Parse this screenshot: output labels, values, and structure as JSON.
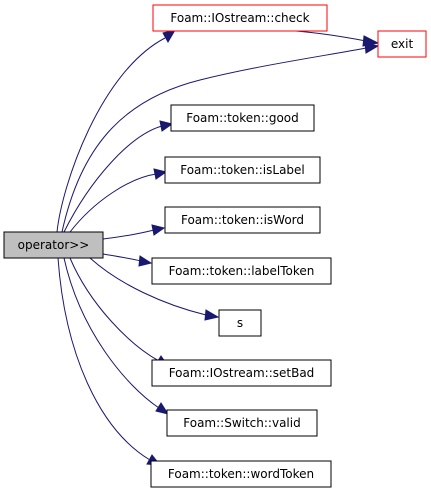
{
  "graph": {
    "root": {
      "label": "operator>>"
    },
    "nodes": {
      "check": {
        "label": "Foam::IOstream::check"
      },
      "exit": {
        "label": "exit"
      },
      "good": {
        "label": "Foam::token::good"
      },
      "isLabel": {
        "label": "Foam::token::isLabel"
      },
      "isWord": {
        "label": "Foam::token::isWord"
      },
      "labelToken": {
        "label": "Foam::token::labelToken"
      },
      "s": {
        "label": "s"
      },
      "setBad": {
        "label": "Foam::IOstream::setBad"
      },
      "valid": {
        "label": "Foam::Switch::valid"
      },
      "wordToken": {
        "label": "Foam::token::wordToken"
      }
    },
    "colors": {
      "edge": "#191970",
      "root_fill": "#bfbfbf",
      "truncated_border": "#ff0000",
      "border": "#000000"
    }
  }
}
